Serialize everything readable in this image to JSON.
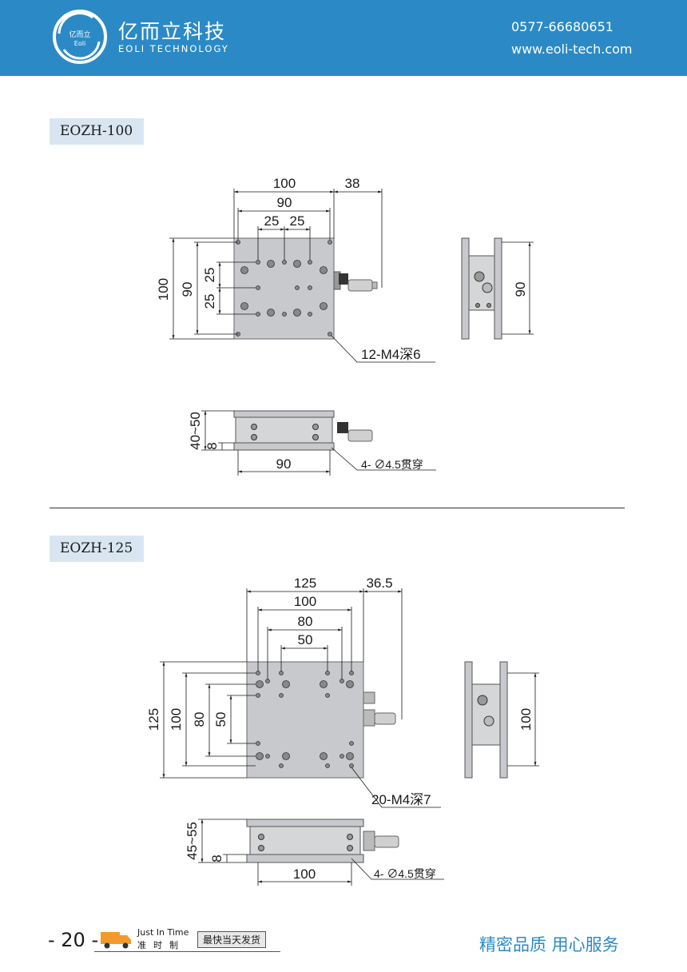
{
  "header": {
    "logo_text_top": "亿而立",
    "logo_text_bottom": "Eoli",
    "brand_cn": "亿而立科技",
    "brand_en": "EOLI TECHNOLOGY",
    "phone": "0577-66680651",
    "website": "www.eoli-tech.com",
    "colors": {
      "header_bg": "#2b8ac6",
      "tag_bg": "#d9e6f2",
      "stage_fill": "#c7c9cc"
    }
  },
  "models": [
    {
      "name": "EOZH-100",
      "top_dims": {
        "width": "100",
        "micrometer": "38",
        "inner": "90",
        "spacing_a": "25",
        "spacing_b": "25",
        "height": "100",
        "inner_height": "90",
        "vert_a": "25",
        "vert_b": "25"
      },
      "side_height": "90",
      "top_callout": "12-M4深6",
      "front_dims": {
        "height_range": "40~50",
        "base": "8",
        "width": "90"
      },
      "front_callout": "4- ∅4.5贯穿"
    },
    {
      "name": "EOZH-125",
      "top_dims": {
        "width": "125",
        "micrometer": "36.5",
        "d100": "100",
        "d80": "80",
        "d50": "50",
        "height": "125",
        "v100": "100",
        "v80": "80",
        "v50": "50"
      },
      "side_height": "100",
      "top_callout": "20-M4深7",
      "front_dims": {
        "height_range": "45~55",
        "base": "8",
        "width": "100"
      },
      "front_callout": "4- ∅4.5贯穿"
    }
  ],
  "footer": {
    "page_number": "- 20 -",
    "jit_en": "Just In Time",
    "jit_cn": "准时制",
    "slogan": "最快当天发货",
    "tagline": "精密品质  用心服务"
  }
}
